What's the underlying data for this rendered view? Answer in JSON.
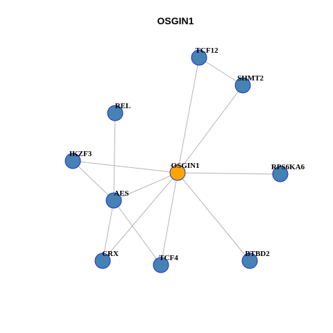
{
  "title": "OSGIN1",
  "colors": {
    "center_node": "#ffa500",
    "other_node": "#4682b4",
    "node_border": "#1f2fcc",
    "edge": "#b3b3b3"
  },
  "nodes": [
    {
      "id": "OSGIN1",
      "label": "OSGIN1",
      "center": true
    },
    {
      "id": "TCF12",
      "label": "TCF12",
      "center": false
    },
    {
      "id": "SHMT2",
      "label": "SHMT2",
      "center": false
    },
    {
      "id": "REL",
      "label": "REL",
      "center": false
    },
    {
      "id": "IKZF3",
      "label": "IKZF3",
      "center": false
    },
    {
      "id": "RPS6KA6",
      "label": "RPS6KA6",
      "center": false
    },
    {
      "id": "AES",
      "label": "AES",
      "center": false
    },
    {
      "id": "CRX",
      "label": "CRX",
      "center": false
    },
    {
      "id": "TCF4",
      "label": "TCF4",
      "center": false
    },
    {
      "id": "BTBD2",
      "label": "BTBD2",
      "center": false
    }
  ],
  "edges": [
    [
      "OSGIN1",
      "TCF12"
    ],
    [
      "OSGIN1",
      "SHMT2"
    ],
    [
      "TCF12",
      "SHMT2"
    ],
    [
      "OSGIN1",
      "IKZF3"
    ],
    [
      "OSGIN1",
      "RPS6KA6"
    ],
    [
      "OSGIN1",
      "AES"
    ],
    [
      "OSGIN1",
      "CRX"
    ],
    [
      "OSGIN1",
      "TCF4"
    ],
    [
      "OSGIN1",
      "BTBD2"
    ],
    [
      "REL",
      "AES"
    ],
    [
      "IKZF3",
      "AES"
    ],
    [
      "AES",
      "CRX"
    ],
    [
      "AES",
      "TCF4"
    ]
  ]
}
